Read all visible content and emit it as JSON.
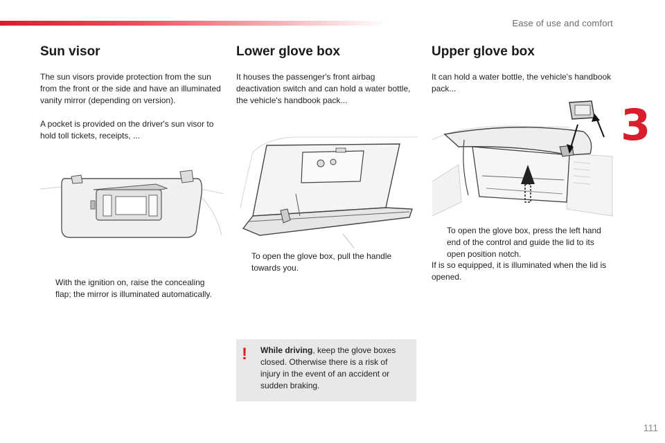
{
  "header": {
    "section_name": "Ease of use and comfort",
    "chapter_number": "3",
    "accent_color": "#d81e2c"
  },
  "sun_visor": {
    "title": "Sun visor",
    "description": [
      "The sun visors provide protection from the sun from the front or the side and have an illuminated vanity mirror (depending on version).",
      "A pocket is provided on the driver's sun visor to hold toll tickets, receipts, ..."
    ],
    "instruction": "With the ignition on, raise the concealing flap; the mirror is illuminated automatically."
  },
  "lower_glove_box": {
    "title": "Lower glove box",
    "description": "It houses the passenger's front airbag deactivation switch and can hold a water bottle, the vehicle's handbook pack...",
    "instruction": "To open the glove box, pull the handle towards you."
  },
  "upper_glove_box": {
    "title": "Upper glove box",
    "description": "It can hold a water bottle, the vehicle's handbook pack...",
    "instruction": "To open the glove box, press the left hand end of the control and guide the lid to its open position notch.",
    "note": "If is so equipped, it is illuminated when the lid is opened."
  },
  "warning": {
    "icon": "exclamation-icon",
    "bold": "While driving",
    "text": ", keep the glove boxes closed. Otherwise there is a risk of injury in the event of an accident or sudden braking."
  },
  "bullet_symbol": "",
  "page_number": "111"
}
